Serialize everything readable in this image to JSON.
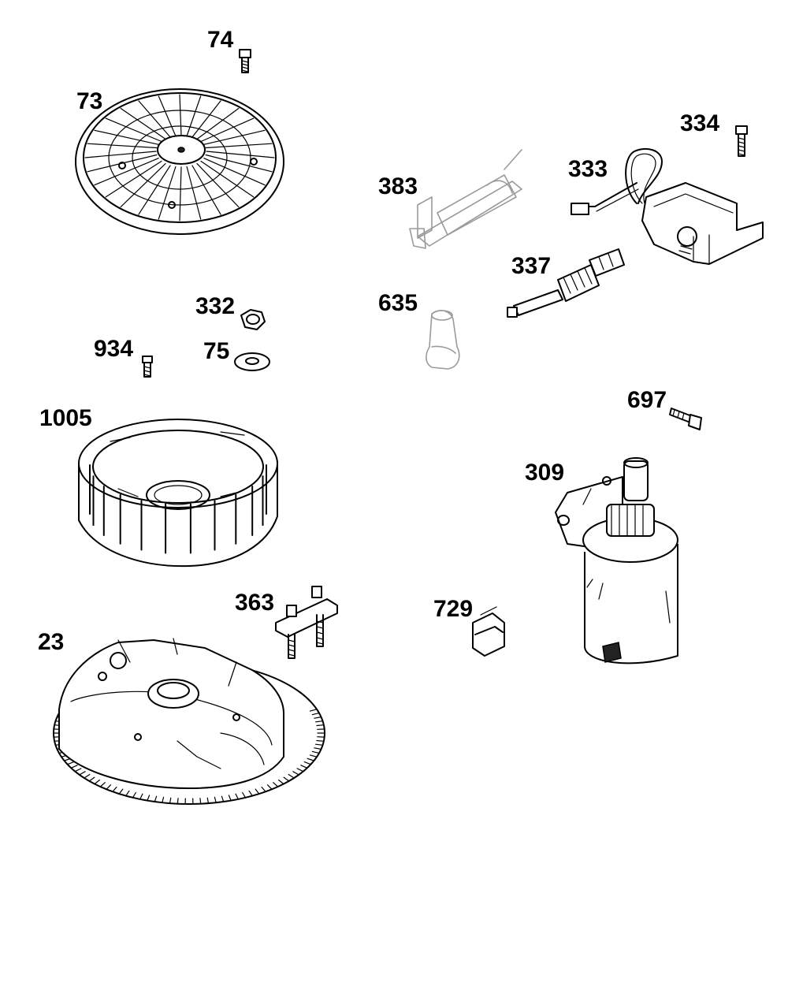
{
  "callouts": {
    "p74": "74",
    "p73": "73",
    "p334": "334",
    "p333": "333",
    "p383": "383",
    "p337": "337",
    "p635": "635",
    "p332": "332",
    "p934": "934",
    "p75": "75",
    "p1005": "1005",
    "p697": "697",
    "p309": "309",
    "p363": "363",
    "p729": "729",
    "p23": "23"
  },
  "colors": {
    "line": "#000000",
    "ghost": "#9a9a9a",
    "background": "#ffffff"
  }
}
